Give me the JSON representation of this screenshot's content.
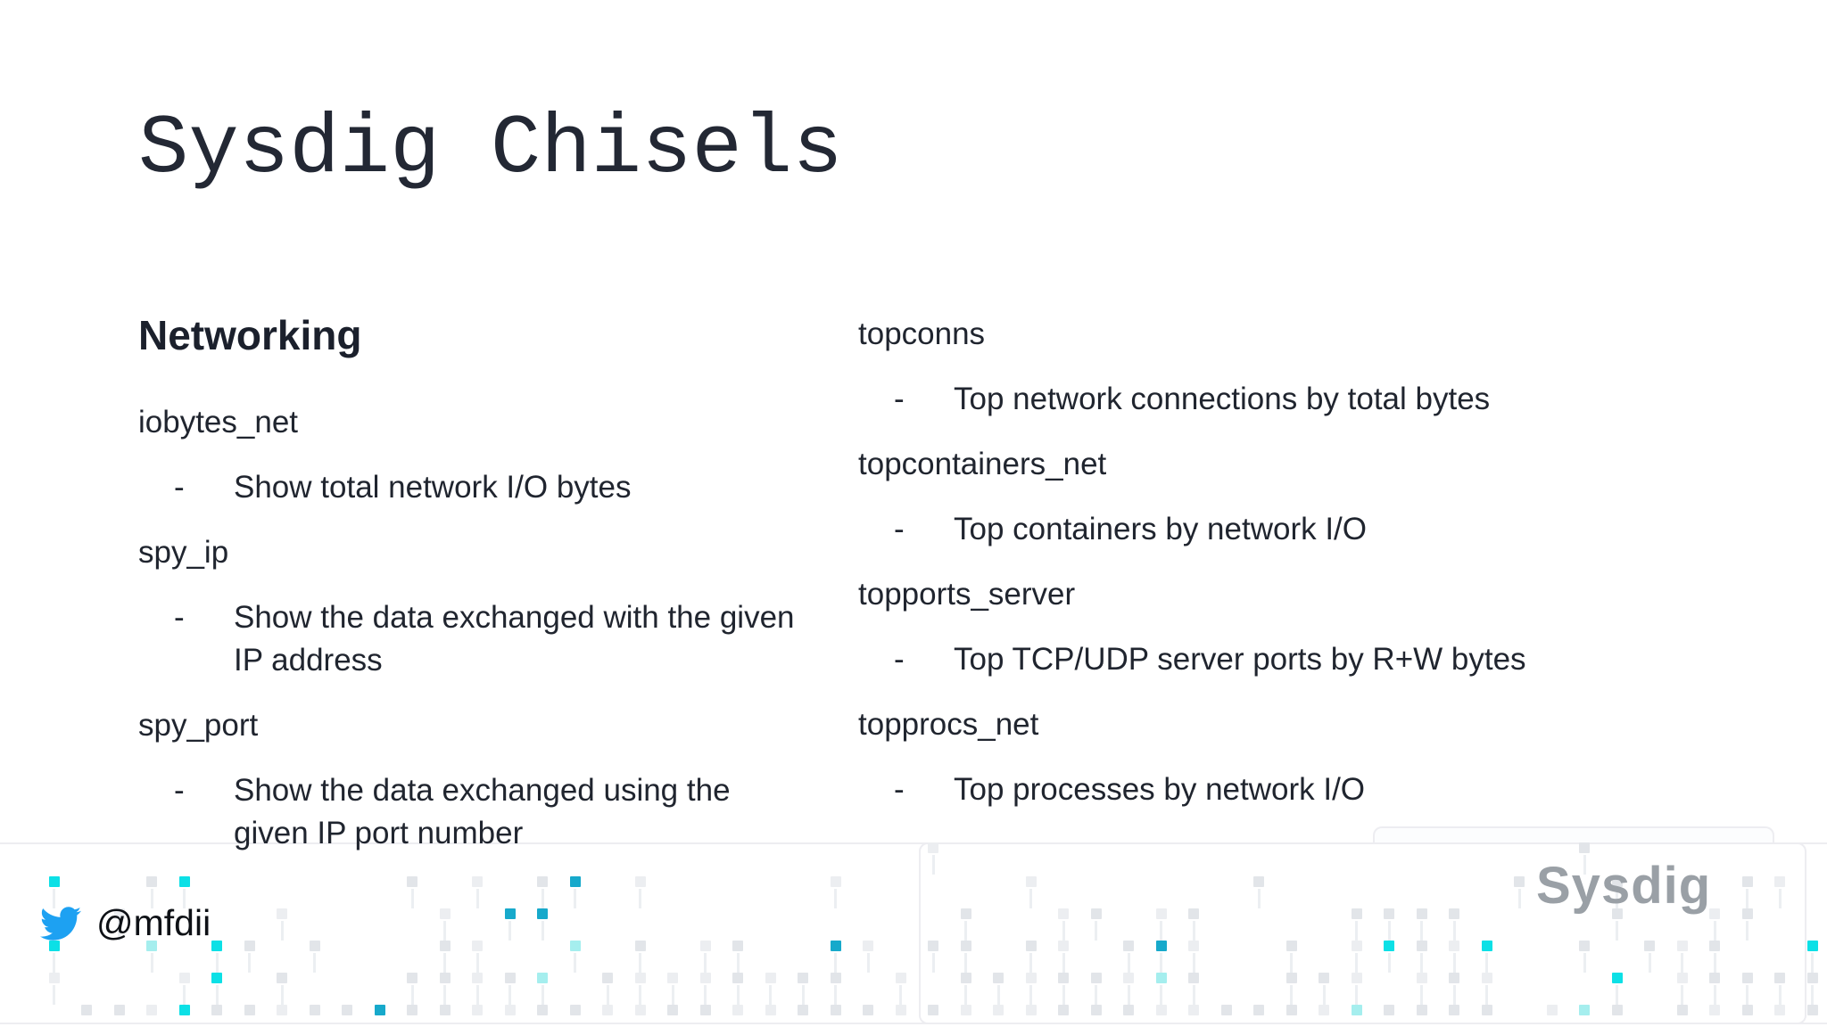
{
  "slide": {
    "title": "Sysdig Chisels",
    "section_heading": "Networking",
    "bullet_char": "-",
    "columns": {
      "left": [
        {
          "name": "iobytes_net",
          "desc": "Show total network I/O bytes"
        },
        {
          "name": "spy_ip",
          "desc": "Show the data exchanged with the given IP address"
        },
        {
          "name": "spy_port",
          "desc": "Show the data exchanged using the given IP port number"
        }
      ],
      "right": [
        {
          "name": "topconns",
          "desc": "Top network connections by total bytes"
        },
        {
          "name": "topcontainers_net",
          "desc": "Top containers by network I/O"
        },
        {
          "name": "topports_server",
          "desc": "Top TCP/UDP server ports by R+W bytes"
        },
        {
          "name": "topprocs_net",
          "desc": "Top processes by network I/O"
        }
      ]
    }
  },
  "footer": {
    "twitter_handle": "@mfdii",
    "twitter_icon": "twitter-bird-icon",
    "brand": "Sysdig"
  },
  "colors": {
    "text_dark": "#20252f",
    "title_dark": "#232834",
    "twitter_blue": "#1da1f2",
    "brand_gray": "#9aa0a6",
    "border_light": "#ededf1",
    "accent_cyan": "#0ce0e6",
    "accent_teal": "#17a9cb",
    "pale_cyan": "#a5eeee",
    "square_gray": "#e2e5e9",
    "square_gray_light": "#eceef1",
    "stem_gray": "#eceff2"
  }
}
